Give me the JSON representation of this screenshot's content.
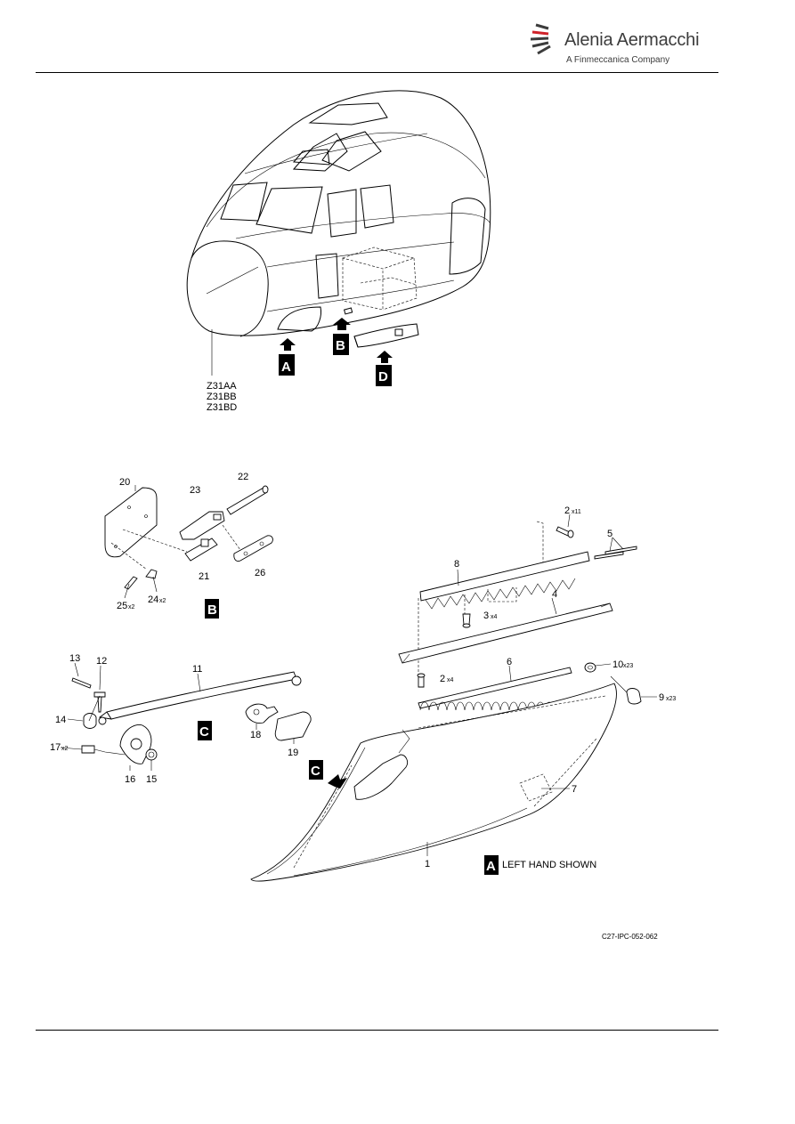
{
  "header": {
    "brand_name": "Alenia Aermacchi",
    "brand_tagline": "A Finmeccanica Company"
  },
  "colors": {
    "logo_gray": "#3c3c3c",
    "ink": "#000000"
  },
  "overview": {
    "zone_codes": [
      "Z31AA",
      "Z31BB",
      "Z31BD"
    ],
    "view_arrows": [
      "A",
      "B",
      "D"
    ]
  },
  "detail_b": {
    "view_letter": "B",
    "callouts": {
      "p20": "20",
      "p23": "23",
      "p22": "22",
      "p21": "21",
      "p26": "26",
      "p25": "25",
      "p25q": "x2",
      "p24": "24",
      "p24q": "x2"
    }
  },
  "detail_c": {
    "view_letter": "C",
    "callouts": {
      "p13": "13",
      "p12": "12",
      "p11": "11",
      "p14": "14",
      "p17": "17",
      "p17q": "x2",
      "p16": "16",
      "p15": "15",
      "p18": "18",
      "p19": "19"
    }
  },
  "detail_a": {
    "view_letter": "A",
    "caption": "LEFT HAND SHOWN",
    "pointer_letter": "C",
    "callouts": {
      "p2a": "2",
      "p2aq": "x11",
      "p5": "5",
      "p8": "8",
      "p3": "3",
      "p3q": "x4",
      "p4": "4",
      "p6": "6",
      "p2b": "2",
      "p2bq": "x4",
      "p10": "10",
      "p10q": "x23",
      "p9": "9",
      "p9q": "x23",
      "p7": "7",
      "p1": "1"
    }
  },
  "figure_ref": "C27-IPC-052-062"
}
